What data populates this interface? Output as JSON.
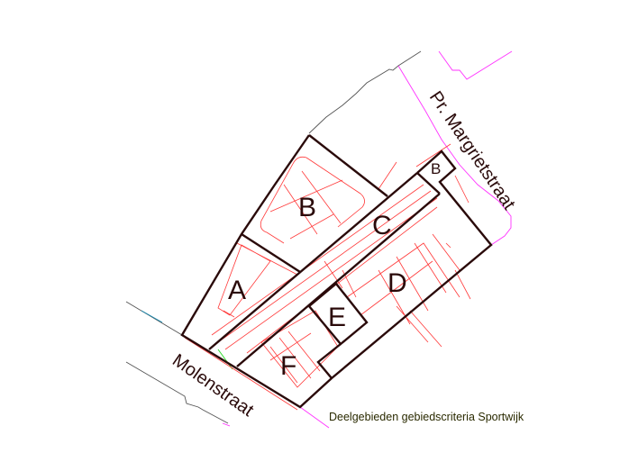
{
  "map": {
    "title": "Deelgebieden gebiedscriteria Sportwijk",
    "streets": [
      "Pr. Margrietstraat",
      "Molenstraat"
    ],
    "zones": [
      "A",
      "B",
      "B",
      "C",
      "D",
      "E",
      "F"
    ],
    "colors": {
      "zone_outline": "#2a0a0a",
      "buildings": "#ff3a3a",
      "road_edge": "#555555",
      "parcel": "#ff33ff"
    }
  }
}
